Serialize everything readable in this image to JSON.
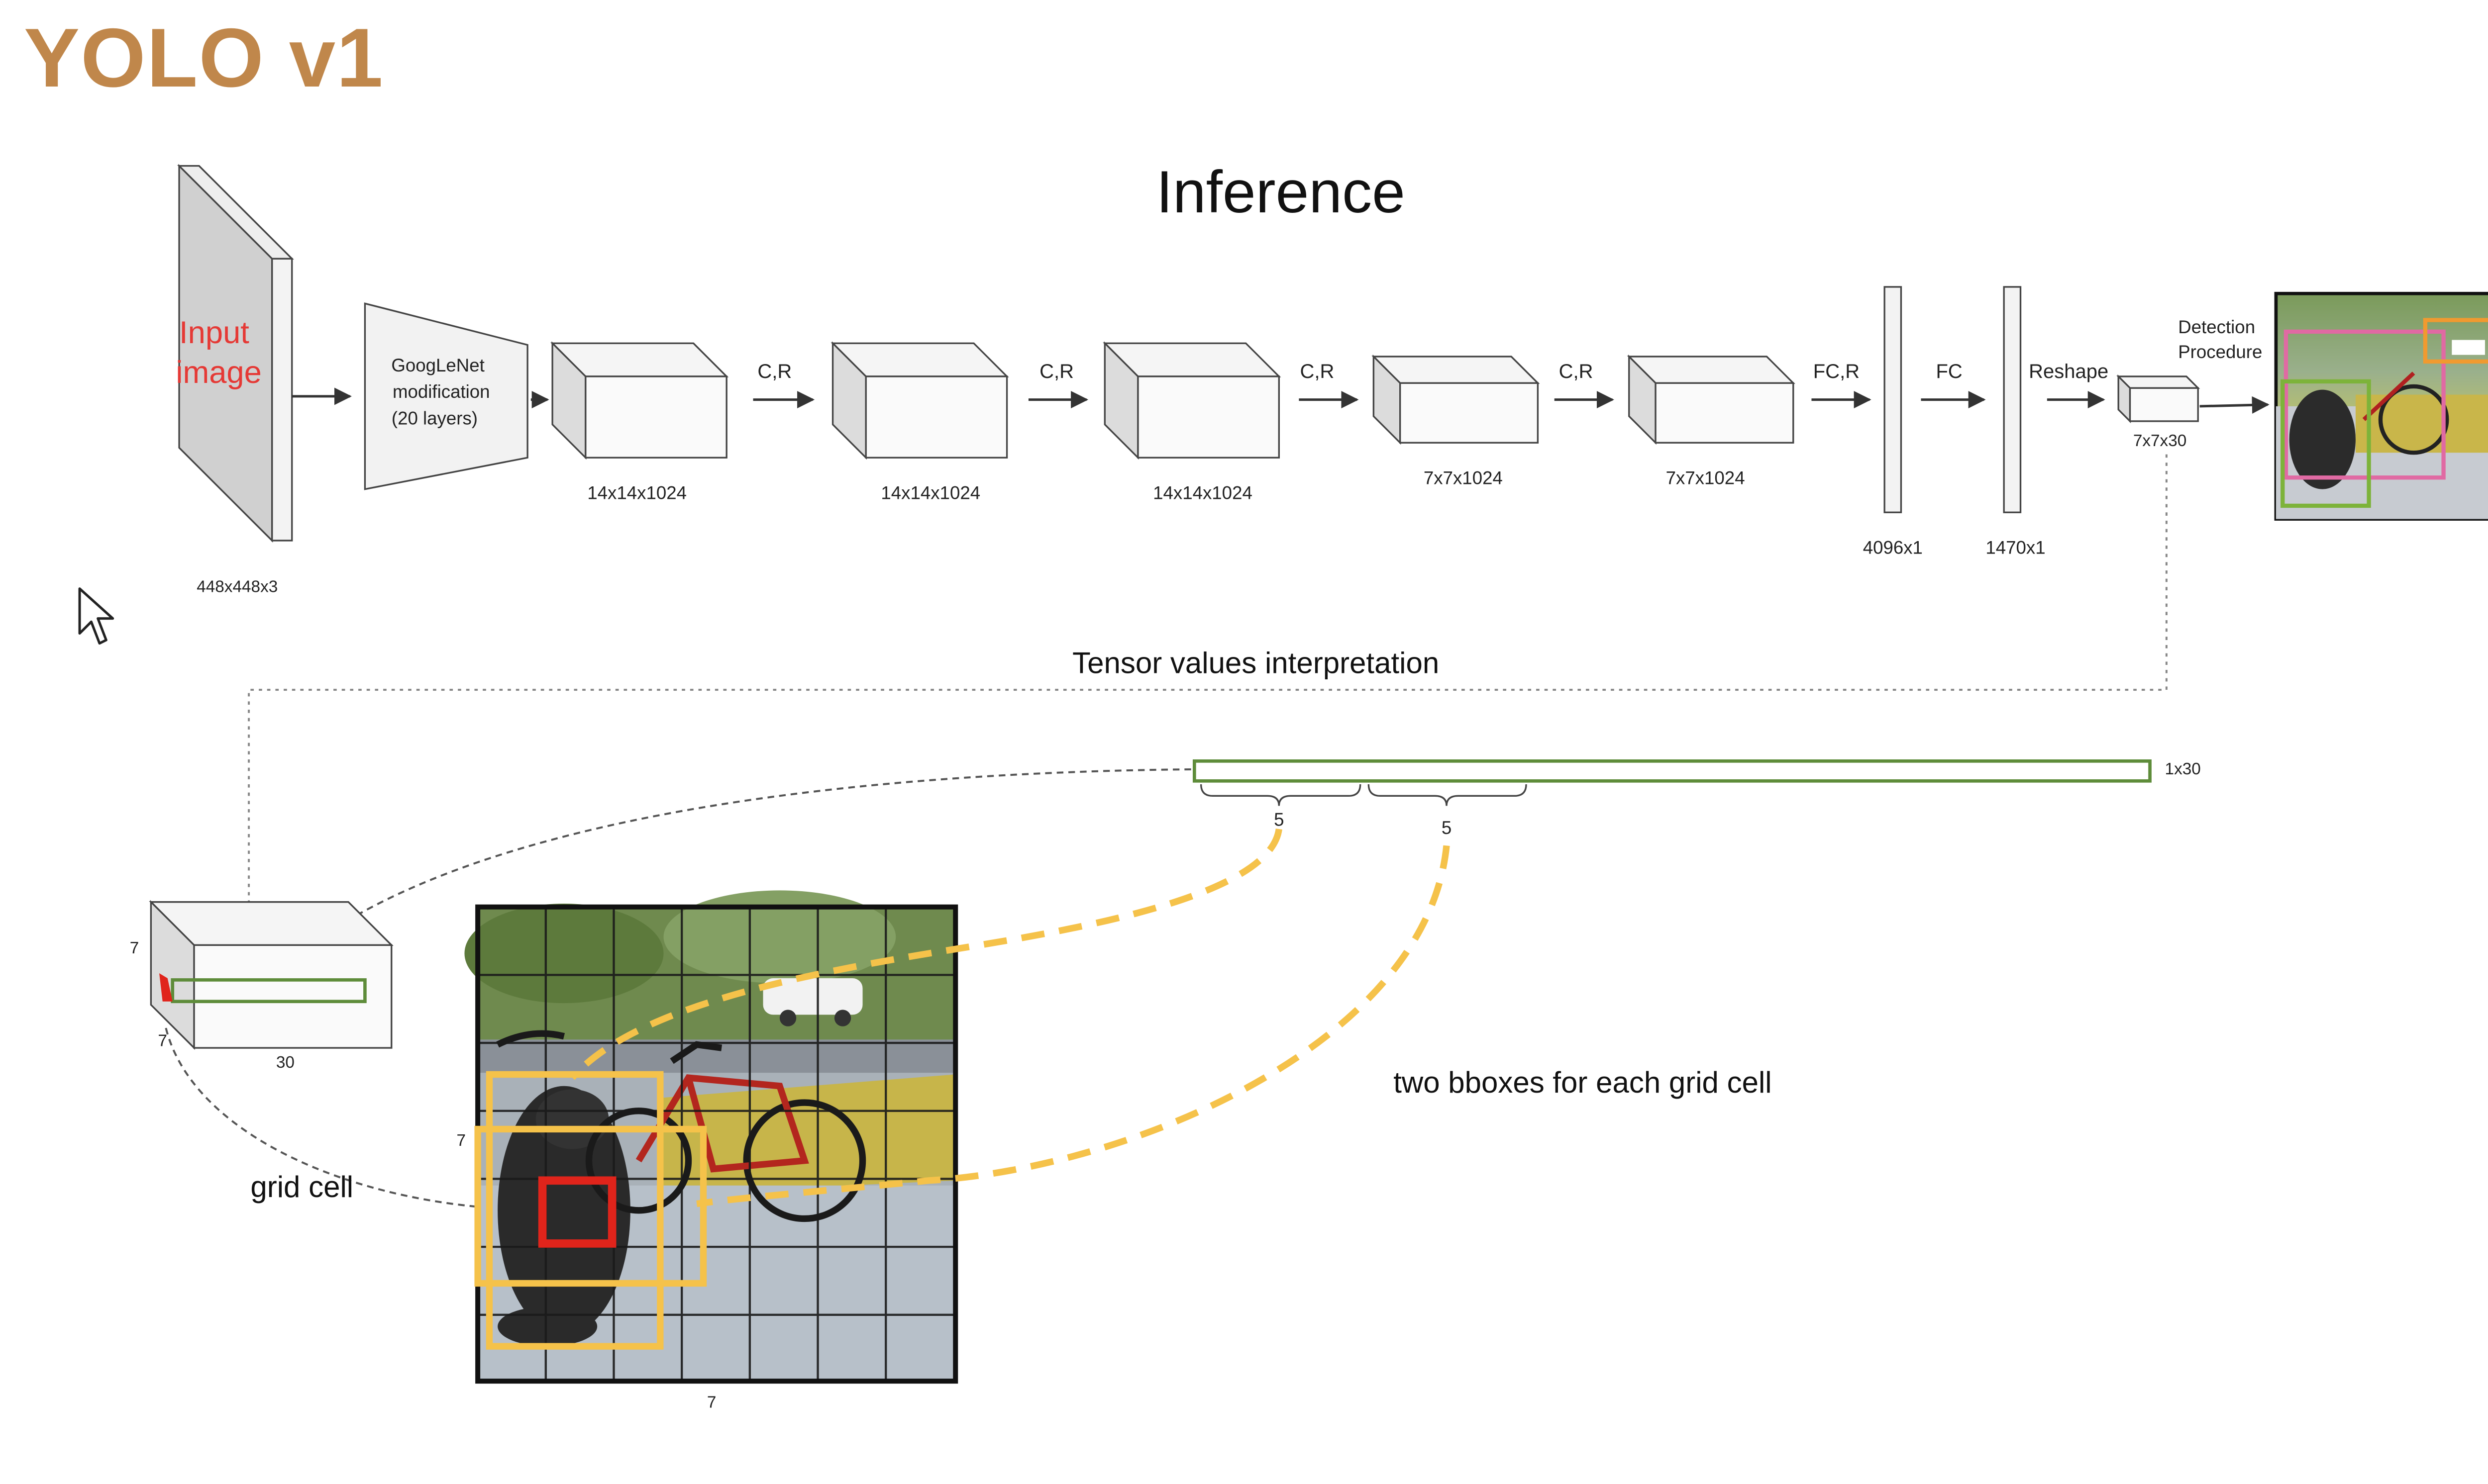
{
  "slide": {
    "title": "YOLO v1"
  },
  "colors": {
    "title": "#C0874B",
    "input_label": "#E53935",
    "tensor_green": "#5E8C3A",
    "bbox_yellow": "#F5C24A",
    "grid_red": "#E0241B"
  },
  "inference": {
    "title": "Inference",
    "input": {
      "label_line1": "Input",
      "label_line2": "image",
      "dims": "448x448x3"
    },
    "googlenet": {
      "line1": "GoogLeNet",
      "line2": "modification",
      "line3": "(20 layers)"
    },
    "blocks": [
      {
        "dims": "14x14x1024"
      },
      {
        "dims": "14x14x1024"
      },
      {
        "dims": "14x14x1024"
      },
      {
        "dims": "7x7x1024"
      },
      {
        "dims": "7x7x1024"
      }
    ],
    "ops": [
      "C,R",
      "C,R",
      "C,R",
      "C,R",
      "FC,R",
      "FC",
      "Reshape"
    ],
    "fc_layers": [
      {
        "dims": "4096x1"
      },
      {
        "dims": "1470x1"
      }
    ],
    "output": {
      "dims": "7x7x30"
    },
    "detection": {
      "line1": "Detection",
      "line2": "Procedure"
    }
  },
  "interpretation": {
    "title": "Tensor values interpretation",
    "vector_label": "1x30",
    "brace1": "5",
    "brace2": "5",
    "cube_labels": {
      "height": "7",
      "depth": "7",
      "width": "30"
    },
    "grid_labels": {
      "side": "7",
      "bottom": "7"
    },
    "grid_cell_label": "grid cell",
    "bbox_note": "two bboxes for each grid cell"
  },
  "icons": {
    "cursor": "mouse-pointer-icon"
  }
}
